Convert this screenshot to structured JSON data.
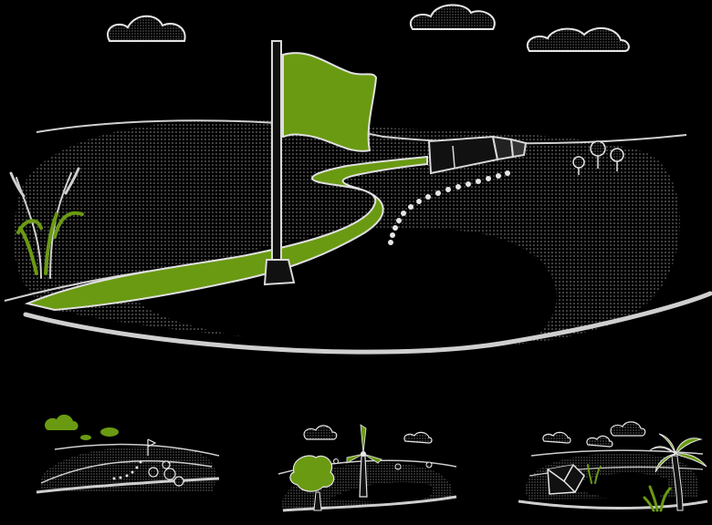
{
  "palette": {
    "background": "#000000",
    "accent_green": "#6a9a12",
    "line_white": "#d9d9d9",
    "dotted_fill": "#3a3a3a",
    "soft_gray": "#bdbdbd"
  },
  "scene": {
    "main": {
      "elements": [
        "cloud-icon",
        "cloud-icon",
        "cloud-icon",
        "flag-icon",
        "green-path",
        "tunnel-pipe-icon",
        "dotted-trail",
        "trees-icon",
        "reeds-icon",
        "hill-curve"
      ]
    },
    "thumbnails": [
      {
        "name": "thumbnail-hills-trail",
        "icons": [
          "cloud-icon",
          "tree-icon",
          "flag-icon"
        ]
      },
      {
        "name": "thumbnail-wind-turbine",
        "icons": [
          "cloud-icon",
          "wind-turbine-icon",
          "tree-icon"
        ]
      },
      {
        "name": "thumbnail-palm-beach",
        "icons": [
          "cloud-icon",
          "palm-tree-icon",
          "box-icon"
        ]
      }
    ]
  }
}
